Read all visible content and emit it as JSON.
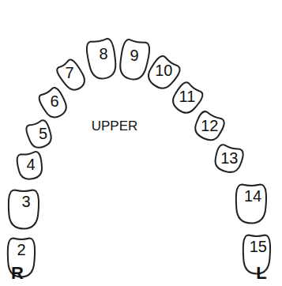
{
  "diagram": {
    "nodes": [
      {
        "text": [
          "2"
        ]
      },
      {
        "text": [
          "3"
        ]
      },
      {
        "text": [
          "4"
        ]
      },
      {
        "text": [
          "5"
        ]
      },
      {
        "text": [
          "6"
        ]
      },
      {
        "text": [
          "7"
        ]
      },
      {
        "text": [
          "8"
        ]
      },
      {
        "text": [
          "9"
        ]
      },
      {
        "text": [
          "10"
        ]
      },
      {
        "text": [
          "11"
        ]
      },
      {
        "text": [
          "12"
        ]
      },
      {
        "text": [
          "13"
        ]
      },
      {
        "text": [
          "14"
        ]
      },
      {
        "text": [
          "15"
        ]
      }
    ],
    "labels": [
      "UPPER",
      "R",
      "L"
    ]
  }
}
